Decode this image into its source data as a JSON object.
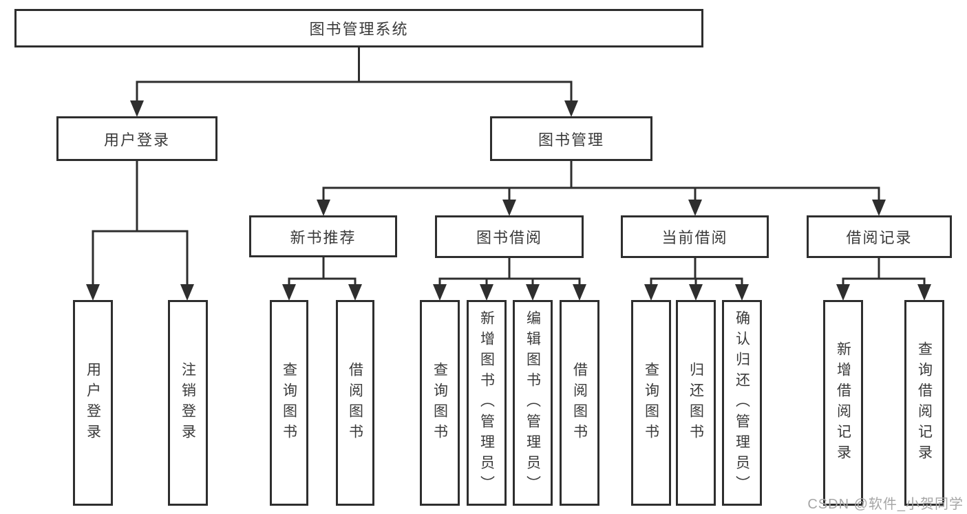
{
  "tree": {
    "label": "图书管理系统",
    "children": [
      {
        "label": "用户登录",
        "children": [
          {
            "label": "用户登录"
          },
          {
            "label": "注销登录"
          }
        ]
      },
      {
        "label": "图书管理",
        "children": [
          {
            "label": "新书推荐",
            "children": [
              {
                "label": "查询图书"
              },
              {
                "label": "借阅图书"
              }
            ]
          },
          {
            "label": "图书借阅",
            "children": [
              {
                "label": "查询图书"
              },
              {
                "label": "新增图书（管理员）"
              },
              {
                "label": "编辑图书（管理员）"
              },
              {
                "label": "借阅图书"
              }
            ]
          },
          {
            "label": "当前借阅",
            "children": [
              {
                "label": "查询图书"
              },
              {
                "label": "归还图书"
              },
              {
                "label": "确认归还（管理员）"
              }
            ]
          },
          {
            "label": "借阅记录",
            "children": [
              {
                "label": "新增借阅记录"
              },
              {
                "label": "查询借阅记录"
              }
            ]
          }
        ]
      }
    ]
  },
  "watermark": {
    "text": "CSDN @软件_小贺同学"
  },
  "colors": {
    "line": "#2e2e2e",
    "box_border": "#2e2e2e",
    "box_background": "#ffffff",
    "text": "#3a3a3a",
    "watermark": "#a6a6a6"
  }
}
